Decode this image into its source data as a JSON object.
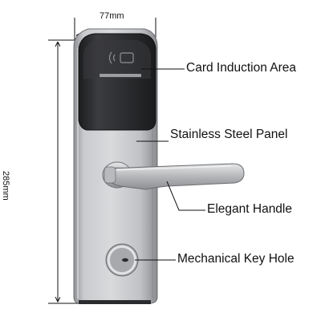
{
  "dimensions": {
    "width": "77mm",
    "height": "285mm"
  },
  "callouts": {
    "card_area": "Card Induction Area",
    "panel": "Stainless Steel Panel",
    "handle": "Elegant Handle",
    "keyhole": "Mechanical Key Hole"
  },
  "colors": {
    "panel_steel": "#b9bbbe",
    "reader_black": "#2a2b2d",
    "line": "#111111"
  }
}
